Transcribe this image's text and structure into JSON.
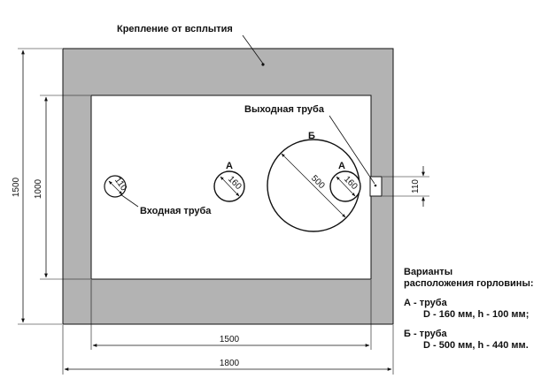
{
  "labels": {
    "anchor": "Крепление от всплытия",
    "outlet": "Выходная труба",
    "inlet": "Входная труба",
    "mark_a1": "А",
    "mark_a2": "А",
    "mark_b": "Б"
  },
  "dimensions": {
    "outer_height": "1500",
    "inner_height": "1000",
    "inner_width": "1500",
    "outer_width": "1800",
    "outlet_height": "110",
    "inlet_pipe": "110",
    "neck_a1": "160",
    "neck_a2": "160",
    "neck_b": "500"
  },
  "notes": {
    "title_1": "Варианты",
    "title_2": "расположения горловины:",
    "a_1": "А - труба",
    "a_2": "D - 160 мм, h - 100 мм;",
    "b_1": "Б - труба",
    "b_2": "D - 500 мм, h - 440 мм."
  },
  "colors": {
    "wall": "#b3b3b3",
    "line": "#111111"
  }
}
